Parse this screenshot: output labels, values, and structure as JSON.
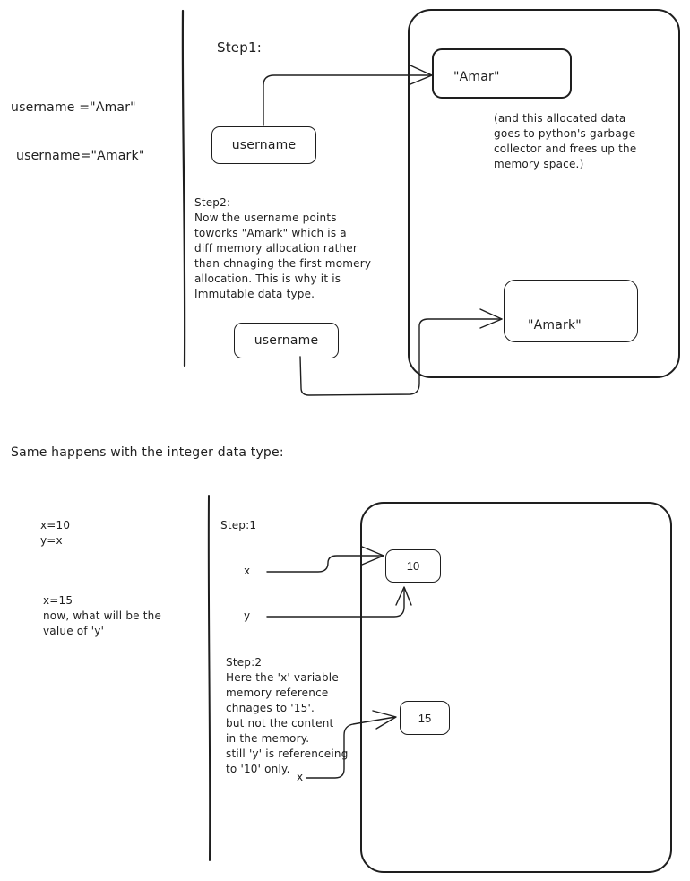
{
  "top": {
    "code_line1": "username =\"Amar\"",
    "code_line2": "username=\"Amark\"",
    "step1_label": "Step1:",
    "var_box1_label": "username",
    "amar_box_label": "\"Amar\"",
    "gc_note": "(and this allocated data\ngoes to python's garbage\ncollector and frees up the\nmemory space.)",
    "step2_text": "Step2:\nNow the username points\ntoworks \"Amark\" which is a\ndiff memory allocation rather\nthan chnaging the first momery\nallocation. This is why it is\nImmutable data type.",
    "var_box2_label": "username",
    "amark_box_label": "\"Amark\""
  },
  "middle": {
    "caption": "Same happens with the integer data type:"
  },
  "bottom": {
    "code_block": "x=10\ny=x",
    "question": "x=15\nnow, what will be the\nvalue of 'y'",
    "step1_label": "Step:1",
    "x_label": "x",
    "y_label": "y",
    "box10_label": "10",
    "step2_text": "Step:2\nHere the 'x' variable\nmemory reference\nchnages to '15'.\nbut not the content\nin the memory.\nstill 'y' is referenceing\nto '10' only.",
    "x2_label": "x",
    "box15_label": "15"
  }
}
